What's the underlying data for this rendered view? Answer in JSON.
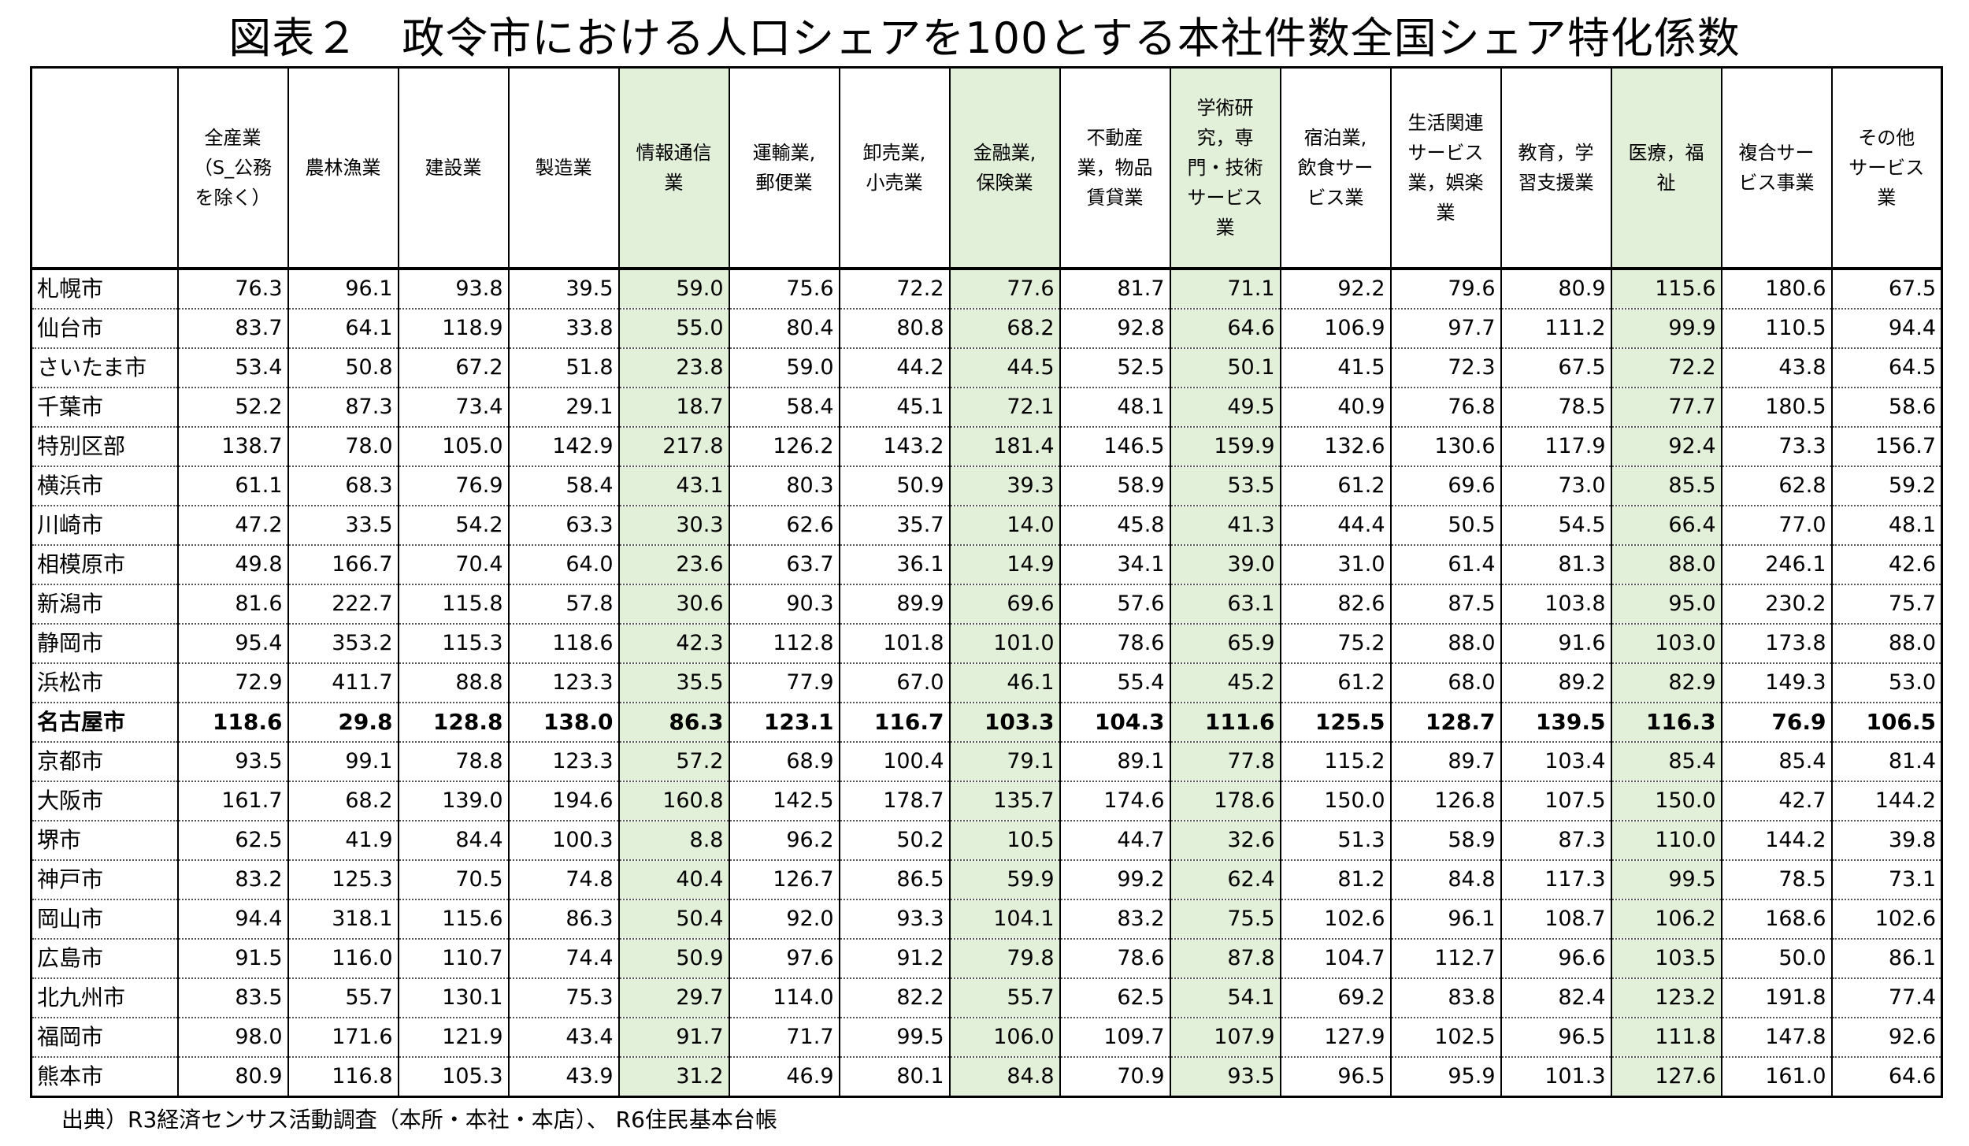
{
  "title": "図表２　政令市における人口シェアを100とする本社件数全国シェア特化係数",
  "table": {
    "columns": [
      {
        "label": "全産業\n（S_公務\nを除く）",
        "highlight": false
      },
      {
        "label": "農林漁業",
        "highlight": false
      },
      {
        "label": "建設業",
        "highlight": false
      },
      {
        "label": "製造業",
        "highlight": false
      },
      {
        "label": "情報通信\n業",
        "highlight": true
      },
      {
        "label": "運輸業,\n郵便業",
        "highlight": false
      },
      {
        "label": "卸売業,\n小売業",
        "highlight": false
      },
      {
        "label": "金融業,\n保険業",
        "highlight": true
      },
      {
        "label": "不動産\n業，物品\n賃貸業",
        "highlight": false
      },
      {
        "label": "学術研\n究，専\n門・技術\nサービス\n業",
        "highlight": true
      },
      {
        "label": "宿泊業,\n飲食サー\nビス業",
        "highlight": false
      },
      {
        "label": "生活関連\nサービス\n業，娯楽\n業",
        "highlight": false
      },
      {
        "label": "教育，学\n習支援業",
        "highlight": false
      },
      {
        "label": "医療，福\n祉",
        "highlight": true
      },
      {
        "label": "複合サー\nビス事業",
        "highlight": false
      },
      {
        "label": "その他\nサービス\n業",
        "highlight": false
      }
    ],
    "rows": [
      {
        "city": "札幌市",
        "bold": false,
        "values": [
          "76.3",
          "96.1",
          "93.8",
          "39.5",
          "59.0",
          "75.6",
          "72.2",
          "77.6",
          "81.7",
          "71.1",
          "92.2",
          "79.6",
          "80.9",
          "115.6",
          "180.6",
          "67.5"
        ]
      },
      {
        "city": "仙台市",
        "bold": false,
        "values": [
          "83.7",
          "64.1",
          "118.9",
          "33.8",
          "55.0",
          "80.4",
          "80.8",
          "68.2",
          "92.8",
          "64.6",
          "106.9",
          "97.7",
          "111.2",
          "99.9",
          "110.5",
          "94.4"
        ]
      },
      {
        "city": "さいたま市",
        "bold": false,
        "values": [
          "53.4",
          "50.8",
          "67.2",
          "51.8",
          "23.8",
          "59.0",
          "44.2",
          "44.5",
          "52.5",
          "50.1",
          "41.5",
          "72.3",
          "67.5",
          "72.2",
          "43.8",
          "64.5"
        ]
      },
      {
        "city": "千葉市",
        "bold": false,
        "values": [
          "52.2",
          "87.3",
          "73.4",
          "29.1",
          "18.7",
          "58.4",
          "45.1",
          "72.1",
          "48.1",
          "49.5",
          "40.9",
          "76.8",
          "78.5",
          "77.7",
          "180.5",
          "58.6"
        ]
      },
      {
        "city": "特別区部",
        "bold": false,
        "values": [
          "138.7",
          "78.0",
          "105.0",
          "142.9",
          "217.8",
          "126.2",
          "143.2",
          "181.4",
          "146.5",
          "159.9",
          "132.6",
          "130.6",
          "117.9",
          "92.4",
          "73.3",
          "156.7"
        ]
      },
      {
        "city": "横浜市",
        "bold": false,
        "values": [
          "61.1",
          "68.3",
          "76.9",
          "58.4",
          "43.1",
          "80.3",
          "50.9",
          "39.3",
          "58.9",
          "53.5",
          "61.2",
          "69.6",
          "73.0",
          "85.5",
          "62.8",
          "59.2"
        ]
      },
      {
        "city": "川崎市",
        "bold": false,
        "values": [
          "47.2",
          "33.5",
          "54.2",
          "63.3",
          "30.3",
          "62.6",
          "35.7",
          "14.0",
          "45.8",
          "41.3",
          "44.4",
          "50.5",
          "54.5",
          "66.4",
          "77.0",
          "48.1"
        ]
      },
      {
        "city": "相模原市",
        "bold": false,
        "values": [
          "49.8",
          "166.7",
          "70.4",
          "64.0",
          "23.6",
          "63.7",
          "36.1",
          "14.9",
          "34.1",
          "39.0",
          "31.0",
          "61.4",
          "81.3",
          "88.0",
          "246.1",
          "42.6"
        ]
      },
      {
        "city": "新潟市",
        "bold": false,
        "values": [
          "81.6",
          "222.7",
          "115.8",
          "57.8",
          "30.6",
          "90.3",
          "89.9",
          "69.6",
          "57.6",
          "63.1",
          "82.6",
          "87.5",
          "103.8",
          "95.0",
          "230.2",
          "75.7"
        ]
      },
      {
        "city": "静岡市",
        "bold": false,
        "values": [
          "95.4",
          "353.2",
          "115.3",
          "118.6",
          "42.3",
          "112.8",
          "101.8",
          "101.0",
          "78.6",
          "65.9",
          "75.2",
          "88.0",
          "91.6",
          "103.0",
          "173.8",
          "88.0"
        ]
      },
      {
        "city": "浜松市",
        "bold": false,
        "values": [
          "72.9",
          "411.7",
          "88.8",
          "123.3",
          "35.5",
          "77.9",
          "67.0",
          "46.1",
          "55.4",
          "45.2",
          "61.2",
          "68.0",
          "89.2",
          "82.9",
          "149.3",
          "53.0"
        ]
      },
      {
        "city": "名古屋市",
        "bold": true,
        "values": [
          "118.6",
          "29.8",
          "128.8",
          "138.0",
          "86.3",
          "123.1",
          "116.7",
          "103.3",
          "104.3",
          "111.6",
          "125.5",
          "128.7",
          "139.5",
          "116.3",
          "76.9",
          "106.5"
        ]
      },
      {
        "city": "京都市",
        "bold": false,
        "values": [
          "93.5",
          "99.1",
          "78.8",
          "123.3",
          "57.2",
          "68.9",
          "100.4",
          "79.1",
          "89.1",
          "77.8",
          "115.2",
          "89.7",
          "103.4",
          "85.4",
          "85.4",
          "81.4"
        ]
      },
      {
        "city": "大阪市",
        "bold": false,
        "values": [
          "161.7",
          "68.2",
          "139.0",
          "194.6",
          "160.8",
          "142.5",
          "178.7",
          "135.7",
          "174.6",
          "178.6",
          "150.0",
          "126.8",
          "107.5",
          "150.0",
          "42.7",
          "144.2"
        ]
      },
      {
        "city": "堺市",
        "bold": false,
        "values": [
          "62.5",
          "41.9",
          "84.4",
          "100.3",
          "8.8",
          "96.2",
          "50.2",
          "10.5",
          "44.7",
          "32.6",
          "51.3",
          "58.9",
          "87.3",
          "110.0",
          "144.2",
          "39.8"
        ]
      },
      {
        "city": "神戸市",
        "bold": false,
        "values": [
          "83.2",
          "125.3",
          "70.5",
          "74.8",
          "40.4",
          "126.7",
          "86.5",
          "59.9",
          "99.2",
          "62.4",
          "81.2",
          "84.8",
          "117.3",
          "99.5",
          "78.5",
          "73.1"
        ]
      },
      {
        "city": "岡山市",
        "bold": false,
        "values": [
          "94.4",
          "318.1",
          "115.6",
          "86.3",
          "50.4",
          "92.0",
          "93.3",
          "104.1",
          "83.2",
          "75.5",
          "102.6",
          "96.1",
          "108.7",
          "106.2",
          "168.6",
          "102.6"
        ]
      },
      {
        "city": "広島市",
        "bold": false,
        "values": [
          "91.5",
          "116.0",
          "110.7",
          "74.4",
          "50.9",
          "97.6",
          "91.2",
          "79.8",
          "78.6",
          "87.8",
          "104.7",
          "112.7",
          "96.6",
          "103.5",
          "50.0",
          "86.1"
        ]
      },
      {
        "city": "北九州市",
        "bold": false,
        "values": [
          "83.5",
          "55.7",
          "130.1",
          "75.3",
          "29.7",
          "114.0",
          "82.2",
          "55.7",
          "62.5",
          "54.1",
          "69.2",
          "83.8",
          "82.4",
          "123.2",
          "191.8",
          "77.4"
        ]
      },
      {
        "city": "福岡市",
        "bold": false,
        "values": [
          "98.0",
          "171.6",
          "121.9",
          "43.4",
          "91.7",
          "71.7",
          "99.5",
          "106.0",
          "109.7",
          "107.9",
          "127.9",
          "102.5",
          "96.5",
          "111.8",
          "147.8",
          "92.6"
        ]
      },
      {
        "city": "熊本市",
        "bold": false,
        "values": [
          "80.9",
          "116.8",
          "105.3",
          "43.9",
          "31.2",
          "46.9",
          "80.1",
          "84.8",
          "70.9",
          "93.5",
          "96.5",
          "95.9",
          "101.3",
          "127.6",
          "161.0",
          "64.6"
        ]
      }
    ]
  },
  "source": "出典）R3経済センサス活動調査（本所・本社・本店）、 R6住民基本台帳",
  "colors": {
    "highlight": "#e2efd9",
    "border": "#000000"
  }
}
